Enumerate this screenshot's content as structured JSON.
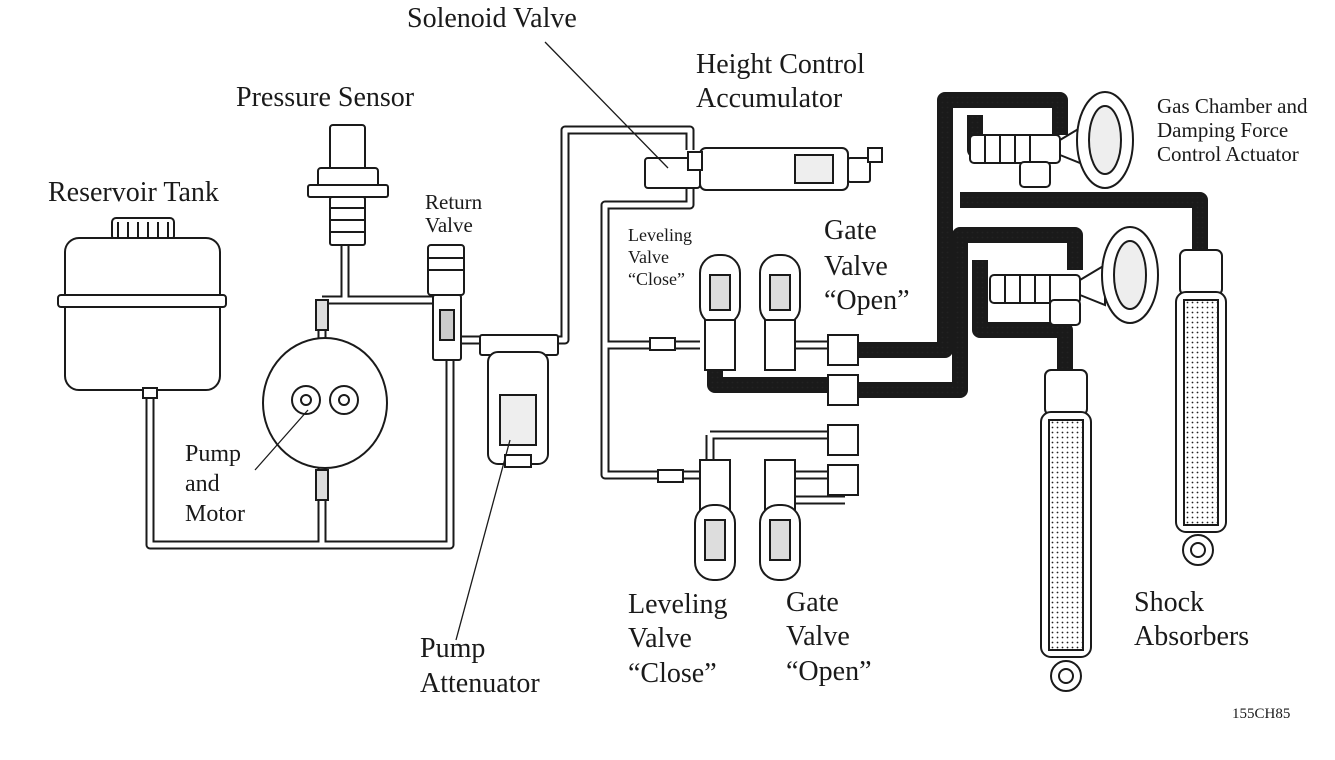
{
  "labels": {
    "solenoid_valve": "Solenoid Valve",
    "height_control_accumulator": [
      "Height Control",
      "Accumulator"
    ],
    "pressure_sensor": "Pressure Sensor",
    "reservoir_tank": "Reservoir Tank",
    "return_valve": [
      "Return",
      "Valve"
    ],
    "leveling_valve_upper": [
      "Leveling",
      "Valve",
      "“Close”"
    ],
    "gate_valve_upper": [
      "Gate",
      "Valve",
      "“Open”"
    ],
    "gas_chamber": [
      "Gas Chamber and",
      "Damping Force",
      "Control Actuator"
    ],
    "pump_and_motor": [
      "Pump",
      "and",
      "Motor"
    ],
    "pump_attenuator": [
      "Pump",
      "Attenuator"
    ],
    "leveling_valve_lower": [
      "Leveling",
      "Valve",
      "“Close”"
    ],
    "gate_valve_lower": [
      "Gate",
      "Valve",
      "“Open”"
    ],
    "shock_absorbers": [
      "Shock",
      "Absorbers"
    ],
    "figure_code": "155CH85"
  }
}
